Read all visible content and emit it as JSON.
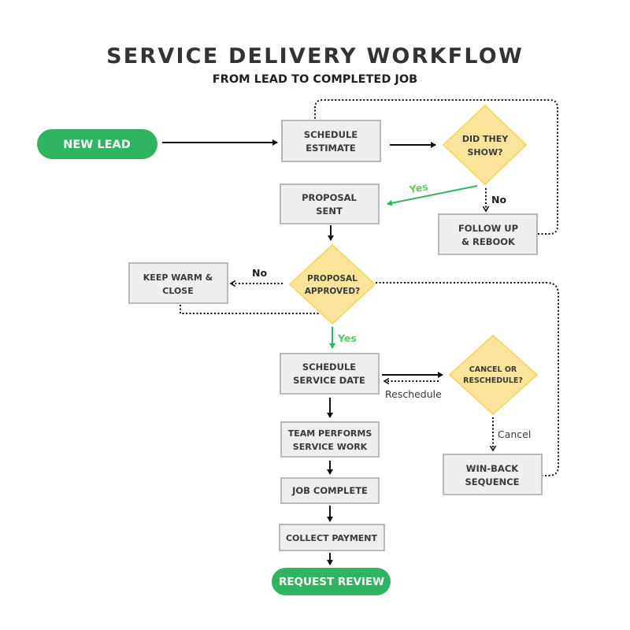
{
  "header": {
    "title": "SERVICE DELIVERY WORKFLOW",
    "subtitle": "FROM LEAD TO COMPLETED JOB"
  },
  "colors": {
    "start_end": "#2fb55f",
    "process_fill": "#eeeeee",
    "process_border": "#b8b8b8",
    "decision_fill": "#fbe49a",
    "decision_border": "#f6d96b",
    "yes_arrow": "#2fb55f",
    "yes_label": "#5ccb5f",
    "line": "#111111"
  },
  "nodes": {
    "new_lead": {
      "type": "start",
      "lines": [
        "NEW LEAD"
      ]
    },
    "schedule_estimate": {
      "type": "process",
      "lines": [
        "SCHEDULE",
        "ESTIMATE"
      ]
    },
    "did_they_show": {
      "type": "decision",
      "lines": [
        "DID THEY",
        "SHOW?"
      ]
    },
    "proposal_sent": {
      "type": "process",
      "lines": [
        "PROPOSAL",
        "SENT"
      ]
    },
    "follow_up_rebook": {
      "type": "process",
      "lines": [
        "FOLLOW UP",
        "& REBOOK"
      ]
    },
    "keep_warm_close": {
      "type": "process",
      "lines": [
        "KEEP WARM &",
        "CLOSE"
      ]
    },
    "proposal_approved": {
      "type": "decision",
      "lines": [
        "PROPOSAL",
        "APPROVED?"
      ]
    },
    "schedule_service_date": {
      "type": "process",
      "lines": [
        "SCHEDULE",
        "SERVICE DATE"
      ]
    },
    "cancel_or_reschedule": {
      "type": "decision",
      "lines": [
        "CANCEL OR",
        "RESCHEDULE?"
      ]
    },
    "team_performs_service_work": {
      "type": "process",
      "lines": [
        "TEAM PERFORMS",
        "SERVICE WORK"
      ]
    },
    "win_back_sequence": {
      "type": "process",
      "lines": [
        "WIN-BACK",
        "SEQUENCE"
      ]
    },
    "job_complete": {
      "type": "process",
      "lines": [
        "JOB COMPLETE"
      ]
    },
    "collect_payment": {
      "type": "process",
      "lines": [
        "COLLECT PAYMENT"
      ]
    },
    "request_review": {
      "type": "end",
      "lines": [
        "REQUEST REVIEW"
      ]
    }
  },
  "edge_labels": {
    "show_yes": "Yes",
    "show_no": "No",
    "approved_no": "No",
    "approved_yes": "Yes",
    "reschedule": "Reschedule",
    "cancel": "Cancel"
  },
  "edges": [
    {
      "from": "new_lead",
      "to": "schedule_estimate",
      "style": "solid"
    },
    {
      "from": "schedule_estimate",
      "to": "did_they_show",
      "style": "solid"
    },
    {
      "from": "did_they_show",
      "to": "proposal_sent",
      "style": "solid-green",
      "label": "Yes"
    },
    {
      "from": "did_they_show",
      "to": "follow_up_rebook",
      "style": "dotted",
      "label": "No"
    },
    {
      "from": "follow_up_rebook",
      "to": "schedule_estimate",
      "style": "dotted"
    },
    {
      "from": "proposal_sent",
      "to": "proposal_approved",
      "style": "solid"
    },
    {
      "from": "proposal_approved",
      "to": "keep_warm_close",
      "style": "dotted",
      "label": "No"
    },
    {
      "from": "keep_warm_close",
      "to": "proposal_approved",
      "style": "dotted"
    },
    {
      "from": "proposal_approved",
      "to": "schedule_service_date",
      "style": "solid-green",
      "label": "Yes"
    },
    {
      "from": "proposal_approved",
      "to": "win_back_sequence",
      "style": "dotted"
    },
    {
      "from": "schedule_service_date",
      "to": "cancel_or_reschedule",
      "style": "solid"
    },
    {
      "from": "cancel_or_reschedule",
      "to": "schedule_service_date",
      "style": "dotted",
      "label": "Reschedule"
    },
    {
      "from": "cancel_or_reschedule",
      "to": "win_back_sequence",
      "style": "dotted",
      "label": "Cancel"
    },
    {
      "from": "schedule_service_date",
      "to": "team_performs_service_work",
      "style": "solid"
    },
    {
      "from": "team_performs_service_work",
      "to": "job_complete",
      "style": "solid"
    },
    {
      "from": "job_complete",
      "to": "collect_payment",
      "style": "solid"
    },
    {
      "from": "collect_payment",
      "to": "request_review",
      "style": "solid"
    }
  ]
}
